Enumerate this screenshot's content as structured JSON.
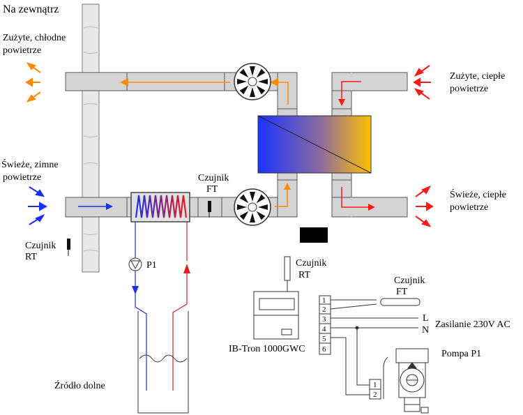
{
  "labels": {
    "outside": "Na zewnątrz",
    "exhaust_cold": [
      "Zużyte, chłodne",
      "powietrze"
    ],
    "fresh_cold": [
      "Świeże, zimne",
      "powietrze"
    ],
    "exhaust_warm": [
      "Zużyte, ciepłe",
      "powietrze"
    ],
    "fresh_warm": [
      "Świeże, ciepłe",
      "powietrze"
    ],
    "sensor_ft_duct": [
      "Czujnik",
      "FT"
    ],
    "sensor_rt_left": [
      "Czujnik",
      "RT"
    ],
    "pump_symbol": "P1",
    "ground_source": "Źródło dolne",
    "sensor_rt_controller": [
      "Czujnik",
      "RT"
    ],
    "controller_name": "IB-Tron 1000GWC",
    "sensor_ft_terminal": [
      "Czujnik",
      "FT"
    ],
    "phase_L": "L",
    "neutral_N": "N",
    "power_supply": "Zasilanie 230V AC",
    "pump_name": "Pompa P1",
    "terminals": [
      "1",
      "2",
      "3",
      "4",
      "5",
      "6"
    ],
    "pump_terminals": [
      "1",
      "2"
    ]
  },
  "colors": {
    "duct_fill": "#d4d4d4",
    "cold_air": "#1a2ff0",
    "warm_air": "#ff1a1a",
    "exhaust_air": "#ff8a00",
    "gradient_cold": "#1b33ff",
    "gradient_warm": "#ffc000",
    "supply_pipe": "#e02020",
    "return_pipe": "#2030e0"
  },
  "icons": [
    "fan-icon",
    "sensor-probe-icon",
    "pump-icon",
    "heat-exchanger-icon",
    "ground-coil-icon"
  ]
}
